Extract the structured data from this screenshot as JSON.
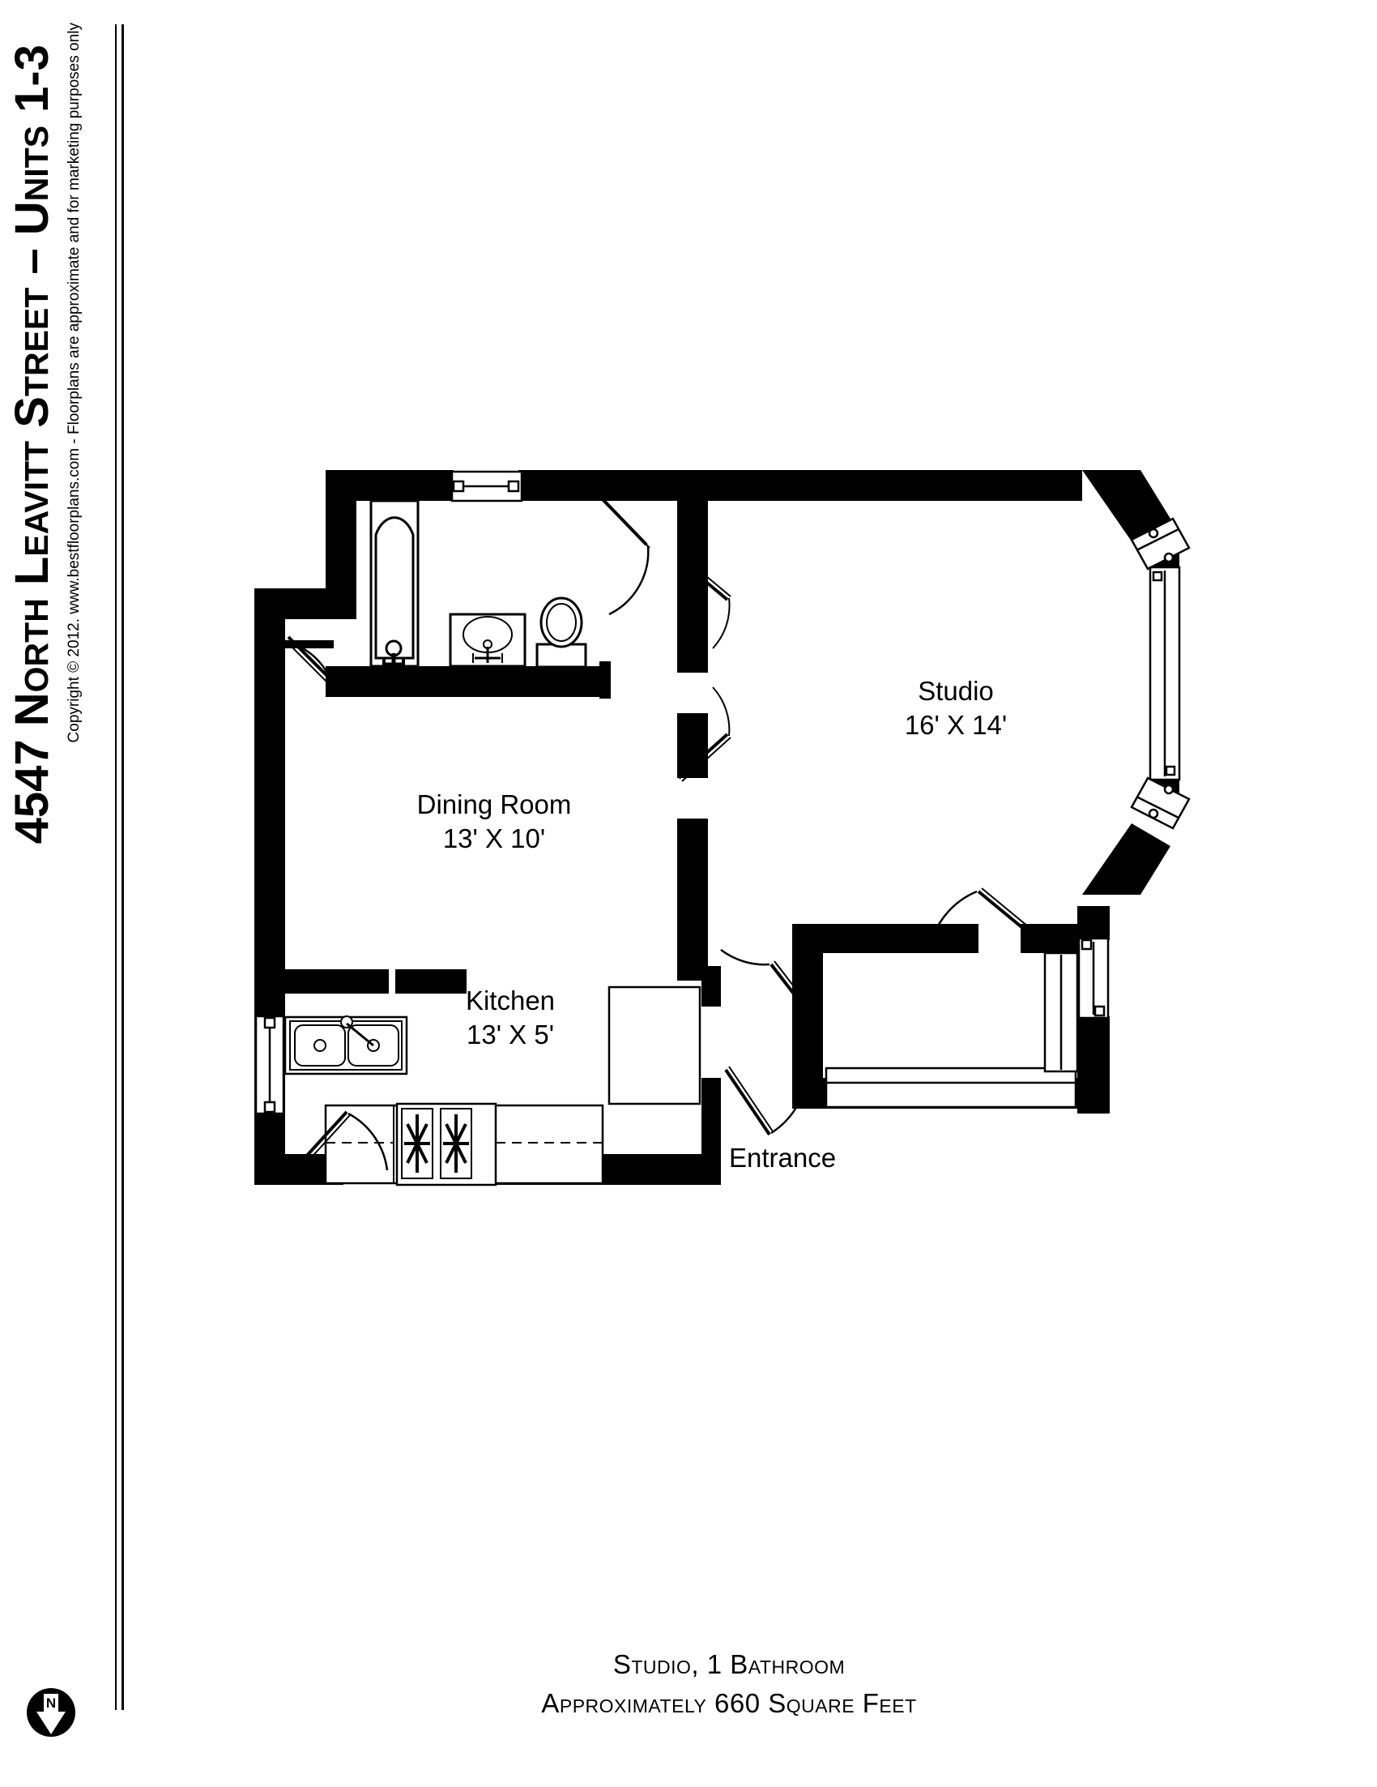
{
  "document": {
    "title": "4547 North Leavitt Street – Units 1-3",
    "copyright": "Copyright © 2012. www.bestfloorplans.com - Floorplans are approximate and for marketing purposes only",
    "compass_label": "N"
  },
  "caption": {
    "line1": "Studio, 1 Bathroom",
    "line2": "Approximately 660 Square Feet"
  },
  "rooms": [
    {
      "key": "studio",
      "name": "Studio",
      "dimensions": "16' X 14'"
    },
    {
      "key": "dining",
      "name": "Dining Room",
      "dimensions": "13' X 10'"
    },
    {
      "key": "kitchen",
      "name": "Kitchen",
      "dimensions": "13' X 5'"
    },
    {
      "key": "entrance",
      "name": "Entrance",
      "dimensions": ""
    }
  ],
  "fixtures": [
    {
      "name": "bathtub",
      "room": "bathroom"
    },
    {
      "name": "bathroom-sink",
      "room": "bathroom"
    },
    {
      "name": "toilet",
      "room": "bathroom"
    },
    {
      "name": "kitchen-sink",
      "room": "kitchen"
    },
    {
      "name": "stove-range",
      "room": "kitchen"
    },
    {
      "name": "refrigerator",
      "room": "kitchen"
    },
    {
      "name": "closet",
      "room": "studio"
    },
    {
      "name": "bay-window",
      "room": "studio"
    }
  ],
  "colors": {
    "wall": "#000000",
    "background": "#ffffff",
    "line": "#000000"
  }
}
